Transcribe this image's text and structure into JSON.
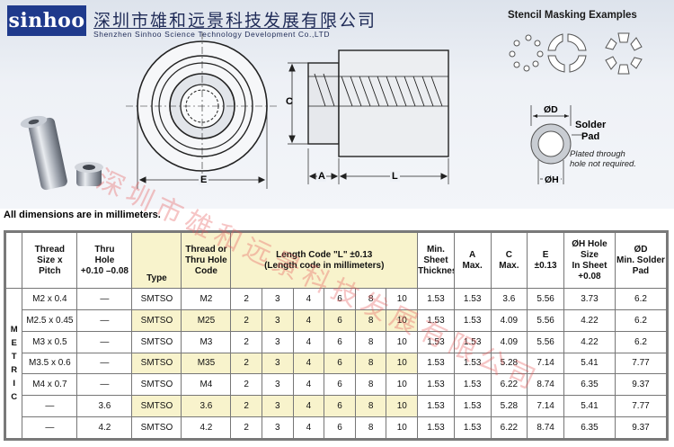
{
  "logo": "sinhoo",
  "company_cn": "深圳市雄和远景科技发展有限公司",
  "company_en": "Shenzhen Sinhoo Science Technology Development Co.,LTD",
  "stencil_title": "Stencil Masking Examples",
  "diagram_labels": {
    "c": "C",
    "e": "E",
    "a": "A",
    "l": "L",
    "od": "ØD",
    "oh": "ØH",
    "solder_pad": [
      "Solder",
      "Pad"
    ],
    "plated_note": [
      "Plated through",
      "hole not required."
    ]
  },
  "dim_note": "All dimensions are in millimeters.",
  "metric_label": [
    "M",
    "E",
    "T",
    "R",
    "I",
    "C"
  ],
  "headers": {
    "thread": [
      "Thread",
      "Size x",
      "Pitch"
    ],
    "thru_hole": [
      "Thru",
      "Hole",
      "+0.10 –0.08"
    ],
    "type": "Type",
    "code": [
      "Thread or",
      "Thru Hole",
      "Code"
    ],
    "length": [
      "Length Code \"L\" ±0.13",
      "(Length code in millimeters)"
    ],
    "min_sheet": [
      "Min.",
      "Sheet",
      "Thickness"
    ],
    "a": [
      "A",
      "Max."
    ],
    "c": [
      "C",
      "Max."
    ],
    "e": [
      "E",
      "±0.13"
    ],
    "oh": [
      "ØH Hole Size",
      "In Sheet",
      "+0.08"
    ],
    "od": [
      "ØD",
      "Min. Solder",
      "Pad"
    ]
  },
  "rows": [
    {
      "thread": "M2 x 0.4",
      "thru": "—",
      "type": "SMTSO",
      "code": "M2",
      "l": [
        "2",
        "3",
        "4",
        "6",
        "8",
        "10"
      ],
      "sheet": "1.53",
      "a": "1.53",
      "c": "3.6",
      "e": "5.56",
      "oh": "3.73",
      "od": "6.2"
    },
    {
      "thread": "M2.5 x 0.45",
      "thru": "—",
      "type": "SMTSO",
      "code": "M25",
      "l": [
        "2",
        "3",
        "4",
        "6",
        "8",
        "10"
      ],
      "sheet": "1.53",
      "a": "1.53",
      "c": "4.09",
      "e": "5.56",
      "oh": "4.22",
      "od": "6.2"
    },
    {
      "thread": "M3 x 0.5",
      "thru": "—",
      "type": "SMTSO",
      "code": "M3",
      "l": [
        "2",
        "3",
        "4",
        "6",
        "8",
        "10"
      ],
      "sheet": "1.53",
      "a": "1.53",
      "c": "4.09",
      "e": "5.56",
      "oh": "4.22",
      "od": "6.2"
    },
    {
      "thread": "M3.5 x 0.6",
      "thru": "—",
      "type": "SMTSO",
      "code": "M35",
      "l": [
        "2",
        "3",
        "4",
        "6",
        "8",
        "10"
      ],
      "sheet": "1.53",
      "a": "1.53",
      "c": "5.28",
      "e": "7.14",
      "oh": "5.41",
      "od": "7.77"
    },
    {
      "thread": "M4 x 0.7",
      "thru": "—",
      "type": "SMTSO",
      "code": "M4",
      "l": [
        "2",
        "3",
        "4",
        "6",
        "8",
        "10"
      ],
      "sheet": "1.53",
      "a": "1.53",
      "c": "6.22",
      "e": "8.74",
      "oh": "6.35",
      "od": "9.37"
    },
    {
      "thread": "—",
      "thru": "3.6",
      "type": "SMTSO",
      "code": "3.6",
      "l": [
        "2",
        "3",
        "4",
        "6",
        "8",
        "10"
      ],
      "sheet": "1.53",
      "a": "1.53",
      "c": "5.28",
      "e": "7.14",
      "oh": "5.41",
      "od": "7.77"
    },
    {
      "thread": "—",
      "thru": "4.2",
      "type": "SMTSO",
      "code": "4.2",
      "l": [
        "2",
        "3",
        "4",
        "6",
        "8",
        "10"
      ],
      "sheet": "1.53",
      "a": "1.53",
      "c": "6.22",
      "e": "8.74",
      "oh": "6.35",
      "od": "9.37"
    }
  ],
  "watermark": "深圳市雄和远景科技发展有限公司"
}
